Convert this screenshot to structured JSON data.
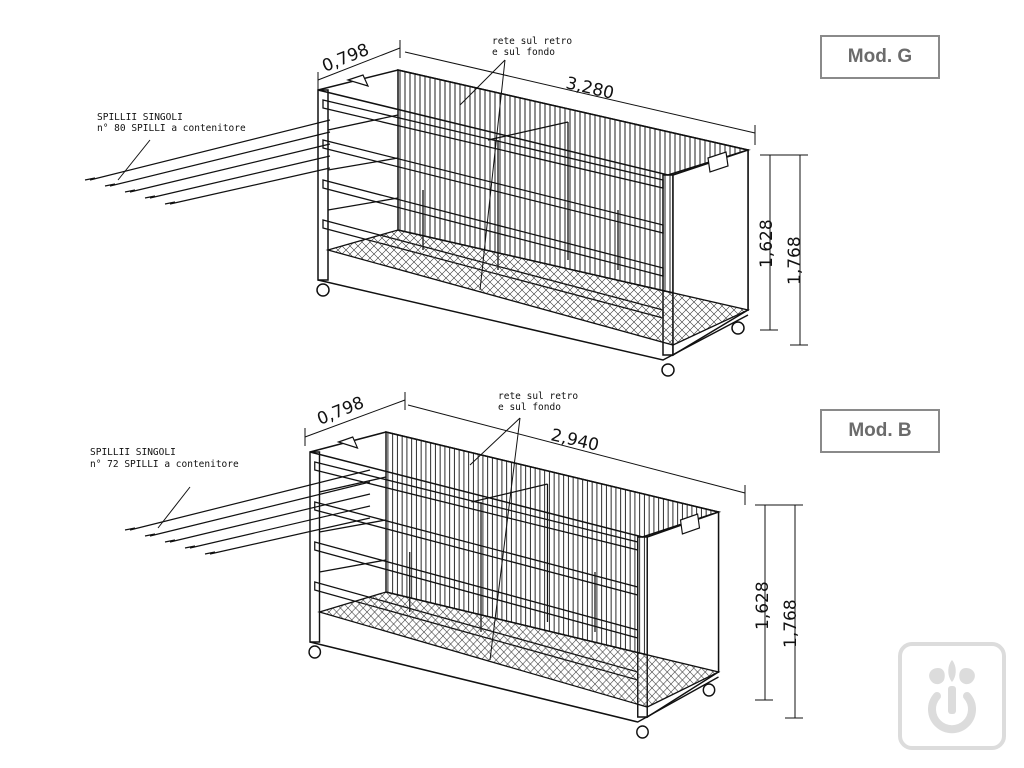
{
  "models": [
    {
      "label": "Mod. G",
      "width_dim": "0,798",
      "length_dim": "3,280",
      "height_inner_dim": "1,628",
      "height_total_dim": "1,768",
      "net_note_line1": "rete sul retro",
      "net_note_line2": "e sul fondo",
      "spikes_note_line1": "SPILLII SINGOLI",
      "spikes_note_line2": "n° 80 SPILLI a contenitore"
    },
    {
      "label": "Mod. B",
      "width_dim": "0,798",
      "length_dim": "2,940",
      "height_inner_dim": "1,628",
      "height_total_dim": "1,768",
      "net_note_line1": "rete sul retro",
      "net_note_line2": "e sul fondo",
      "spikes_note_line1": "SPILLII SINGOLI",
      "spikes_note_line2": "n° 72 SPILLI a contenitore"
    }
  ],
  "logo": {
    "icon": "plant-power-logo-icon",
    "color": "#dcdcdc"
  },
  "colors": {
    "line": "#111111",
    "box_border": "#8a8a8a",
    "box_text": "#6b6b6b"
  }
}
